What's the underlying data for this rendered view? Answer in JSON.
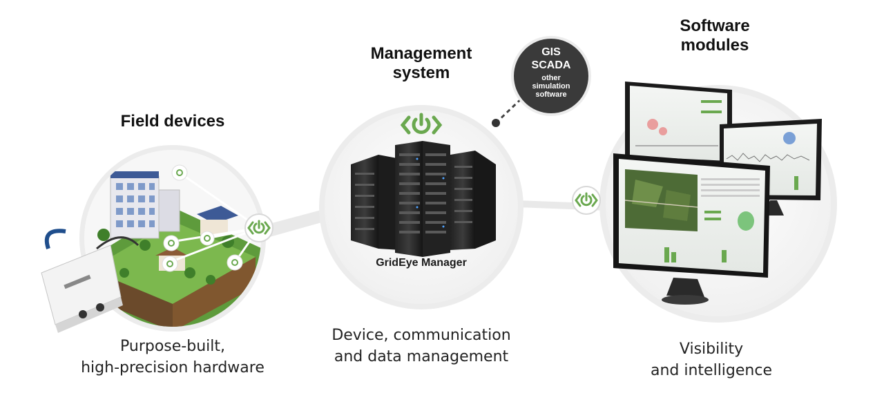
{
  "titles": {
    "field": "Field devices",
    "management_line1": "Management",
    "management_line2": "system",
    "software_line1": "Software",
    "software_line2": "modules"
  },
  "captions": {
    "field_line1": "Purpose-built,",
    "field_line2": "high-precision hardware",
    "management_line1": "Device, communication",
    "management_line2": "and data management",
    "software_line1": "Visibility",
    "software_line2": "and intelligence"
  },
  "bubble": {
    "line1": "GIS",
    "line2": "SCADA",
    "line3": "other",
    "line4": "simulation",
    "line5": "software"
  },
  "server_label": "GridEye Manager",
  "colors": {
    "accent_green": "#6aa84f",
    "bubble_dark": "#3a3a3a",
    "ring_grey": "#e6e6e6"
  },
  "icons": [
    "grideye-logo-icon",
    "server-rack-icon",
    "monitor-icon",
    "building-icon",
    "device-icon"
  ]
}
